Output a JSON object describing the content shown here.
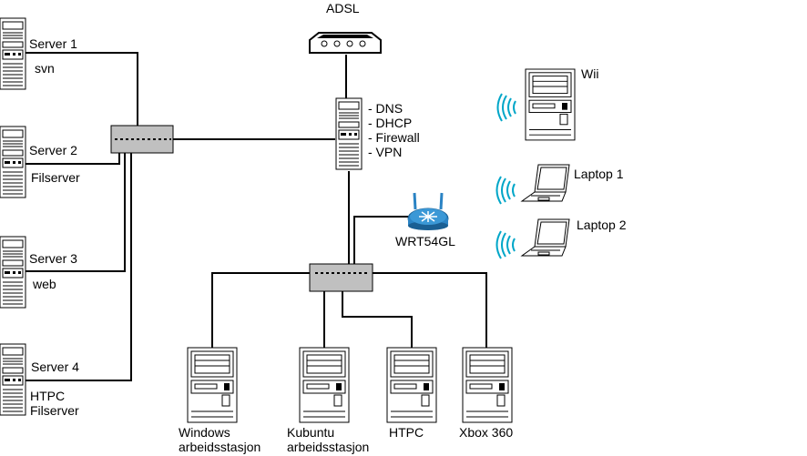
{
  "colors": {
    "line": "#000000",
    "switch_fill": "#c0c0c0",
    "device_fill": "#ffffff",
    "wifi": "#00a6c8",
    "router_fill": "#2a83c4"
  },
  "internet": {
    "label": "ADSL",
    "icon": "adsl-modem-icon"
  },
  "firewall": {
    "icon": "server-tower-icon",
    "roles": [
      "- DNS",
      "- DHCP",
      "- Firewall",
      "- VPN"
    ]
  },
  "servers": [
    {
      "name": "Server 1",
      "role_lines": [
        "svn"
      ]
    },
    {
      "name": "Server 2",
      "role_lines": [
        "Filserver"
      ]
    },
    {
      "name": "Server 3",
      "role_lines": [
        "web"
      ]
    },
    {
      "name": "Server 4",
      "role_lines": [
        "HTPC",
        "Filserver"
      ]
    }
  ],
  "wireless_router": {
    "label": "WRT54GL",
    "icon": "wireless-router-icon"
  },
  "wireless_clients": [
    {
      "label": "Wii",
      "icon": "desktop-computer-icon"
    },
    {
      "label": "Laptop 1",
      "icon": "laptop-icon"
    },
    {
      "label": "Laptop 2",
      "icon": "laptop-icon"
    }
  ],
  "lan_clients": [
    {
      "label_lines": [
        "Windows",
        "arbeidsstasjon"
      ],
      "icon": "desktop-computer-icon"
    },
    {
      "label_lines": [
        "Kubuntu",
        "arbeidsstasjon"
      ],
      "icon": "desktop-computer-icon"
    },
    {
      "label_lines": [
        "HTPC"
      ],
      "icon": "desktop-computer-icon"
    },
    {
      "label_lines": [
        "Xbox 360"
      ],
      "icon": "desktop-computer-icon"
    }
  ]
}
